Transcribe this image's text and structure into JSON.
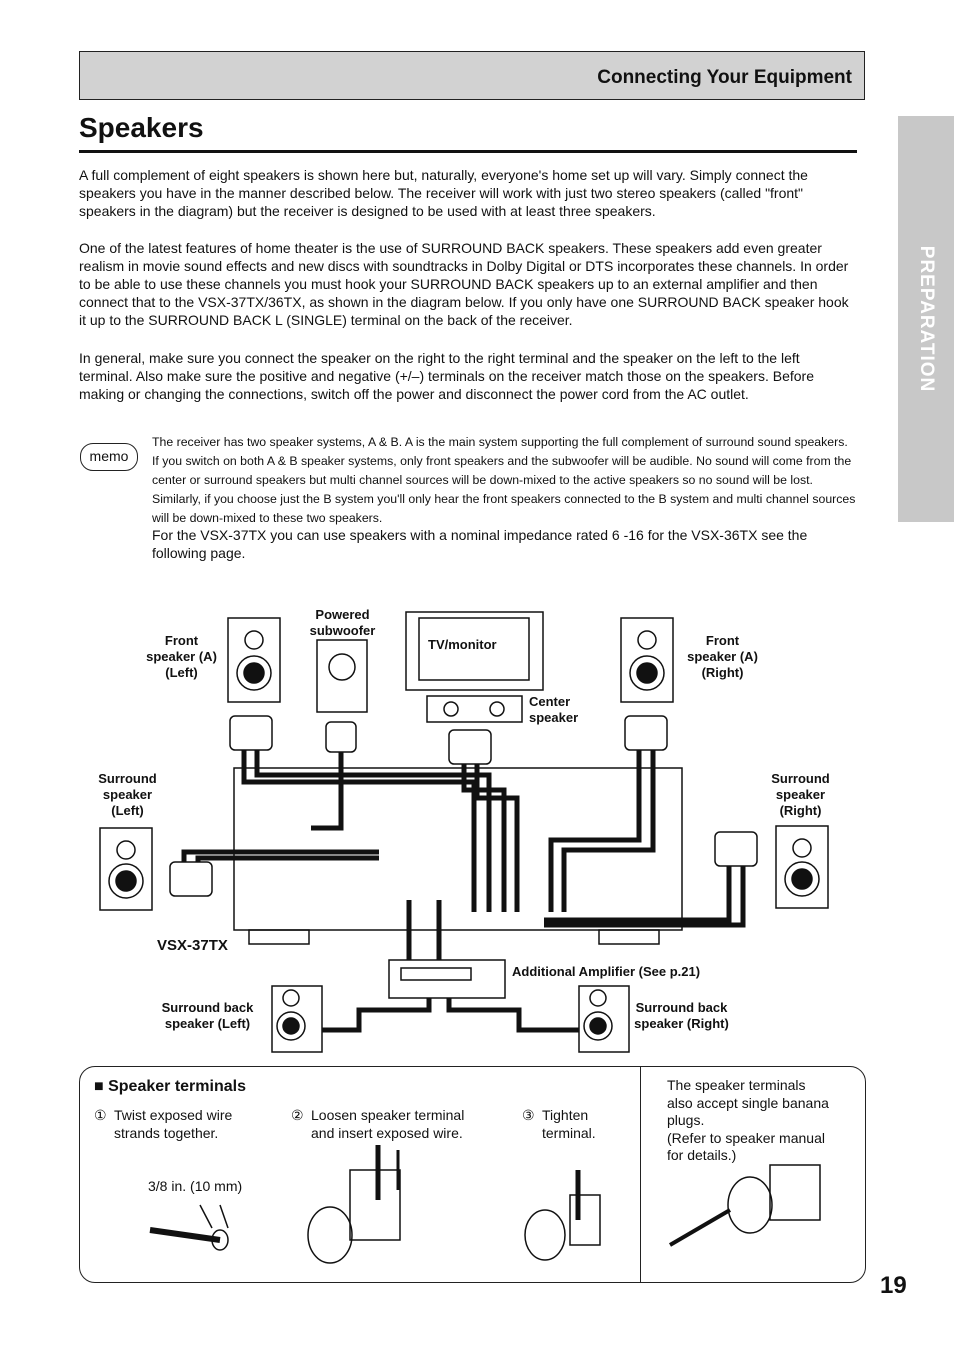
{
  "header": {
    "section": "Connecting Your Equipment"
  },
  "side_tab": {
    "label": "PREPARATION"
  },
  "page": {
    "title": "Speakers",
    "number": "19"
  },
  "body": {
    "p1": "A full complement of eight speakers is shown here but, naturally, everyone's home set up will vary. Simply connect the speakers you have in the manner described below. The receiver will work with just two stereo speakers (called \"front\" speakers in the diagram) but the receiver is designed to be used with at least three speakers.",
    "p2": "One of the latest features of home theater is the use of SURROUND BACK speakers. These speakers add even greater realism in movie sound effects and new discs with soundtracks in Dolby Digital or DTS incorporates these channels. In order to be able to use these channels you must hook your SURROUND BACK speakers up to an external amplifier and then connect that to the VSX-37TX/36TX, as shown in the diagram below. If you only have one SURROUND BACK speaker hook it up to the SURROUND BACK L (SINGLE) terminal on the back of the receiver.",
    "p3": "In general, make sure you connect the speaker on the right to the right terminal and the speaker on the left to the left terminal. Also make sure the positive and negative (+/–) terminals on the receiver match those on the speakers. Before making or changing the connections, switch off the power and disconnect the power cord from the AC outlet."
  },
  "memo": {
    "badge": "memo",
    "text": "The receiver has two speaker systems, A & B. A is the main system supporting the full complement of surround sound speakers. If you switch on both A & B speaker systems, only front speakers and the subwoofer will be audible. No sound will come from the center or surround speakers but multi channel sources will be down-mixed to the active speakers so no sound will be lost. Similarly, if you choose just the B system you'll only hear the front speakers connected to the B system and multi channel sources will be down-mixed to these two speakers.",
    "text2": "For the VSX-37TX you can use speakers with a nominal impedance rated 6   -16     for the VSX-36TX see the following page."
  },
  "diagram": {
    "front_left": [
      "Front",
      "speaker (A)",
      "(Left)"
    ],
    "subwoofer": [
      "Powered",
      "subwoofer"
    ],
    "tv": "TV/monitor",
    "center": [
      "Center",
      "speaker"
    ],
    "front_right": [
      "Front",
      "speaker (A)",
      "(Right)"
    ],
    "surround_left": [
      "Surround",
      "speaker",
      "(Left)"
    ],
    "surround_right": [
      "Surround",
      "speaker",
      "(Right)"
    ],
    "model": "VSX-37TX",
    "amp": "Additional Amplifier (See p.21)",
    "sb_left": [
      "Surround back",
      "speaker (Left)"
    ],
    "sb_right": [
      "Surround back",
      "speaker (Right)"
    ]
  },
  "terminals": {
    "title": "Speaker terminals",
    "step1_num": "①",
    "step1": [
      "Twist exposed wire",
      "strands together."
    ],
    "step2_num": "②",
    "step2": [
      "Loosen speaker terminal",
      "and insert exposed wire."
    ],
    "step3_num": "③",
    "step3": [
      "Tighten",
      "terminal."
    ],
    "measure": "3/8 in. (10 mm)",
    "banana_note": [
      "The speaker terminals",
      "also accept single banana",
      "plugs.",
      "(Refer to speaker manual",
      "for details.)"
    ]
  }
}
